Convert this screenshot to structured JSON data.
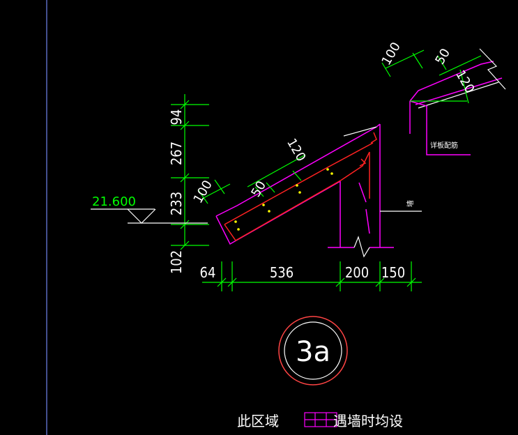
{
  "drawing": {
    "level_mark": "21.600",
    "vertical_dims": [
      "94",
      "267",
      "233",
      "102"
    ],
    "horizontal_dims": [
      "64",
      "536",
      "200",
      "150"
    ],
    "slope_dims": {
      "thickness": "120",
      "d100": "100",
      "d50": "50"
    },
    "detail_dims": {
      "d100": "100",
      "d50": "50",
      "d120": "120"
    },
    "detail_note": "详板配筋",
    "wall_note": "墙",
    "section_label": "3a",
    "bottom_left_text": "此区域",
    "bottom_right_text": "遇墙时均设"
  },
  "colors": {
    "background": "#000000",
    "dimension": "#00ff00",
    "outline": "#ff00ff",
    "rebar": "#ff2222",
    "text": "#ffffff",
    "border": "#5b6bbf"
  }
}
